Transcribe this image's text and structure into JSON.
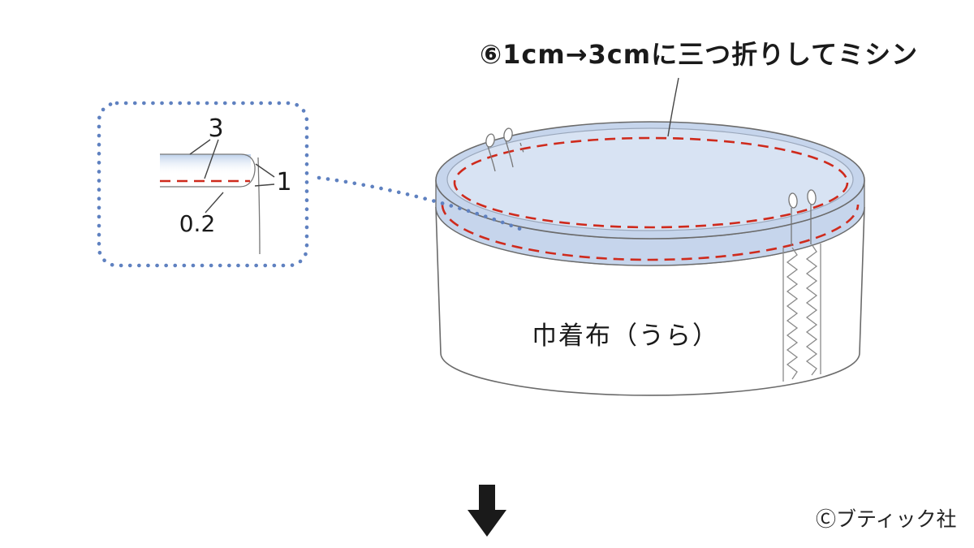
{
  "title": "⑥1cm→3cmに三つ折りしてミシン",
  "inset": {
    "measure_fold_width": "3",
    "measure_fold_edge": "1",
    "measure_stitch_offset": "0.2"
  },
  "bag": {
    "label": "巾着布（うら）"
  },
  "footer": {
    "copyright": "Ⓒブティック社"
  },
  "colors": {
    "stitch_red": "#cf2a1c",
    "guide_blue": "#5f81c0",
    "fabric_blue": "#c6d5ec",
    "fabric_blue_light": "#d8e3f3",
    "outline_gray": "#6b6b6b"
  }
}
